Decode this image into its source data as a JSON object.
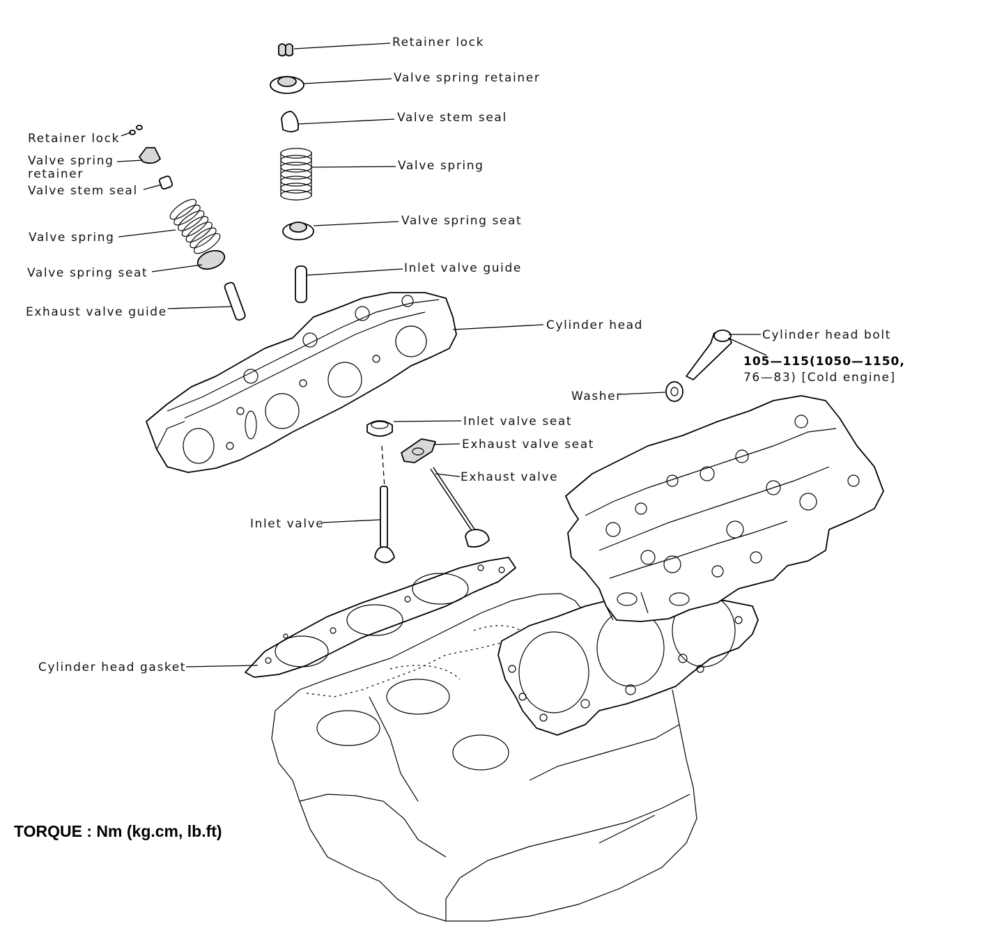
{
  "labels": {
    "retainer_lock_top": "Retainer lock",
    "valve_spring_retainer_top": "Valve spring retainer",
    "valve_stem_seal_top": "Valve stem seal",
    "valve_spring_top": "Valve spring",
    "valve_spring_seat_top": "Valve spring seat",
    "inlet_valve_guide": "Inlet valve guide",
    "cylinder_head_front": "Cylinder head",
    "retainer_lock_left": "Retainer lock",
    "valve_spring_retainer_left_1": "Valve spring",
    "valve_spring_retainer_left_2": "retainer",
    "valve_stem_seal_left": "Valve stem seal",
    "valve_spring_left": "Valve spring",
    "valve_spring_seat_left": "Valve spring seat",
    "exhaust_valve_guide": "Exhaust valve guide",
    "cylinder_head_bolt": "Cylinder head bolt",
    "washer": "Washer",
    "inlet_valve_seat": "Inlet valve seat",
    "exhaust_valve_seat": "Exhaust valve seat",
    "exhaust_valve": "Exhaust valve",
    "inlet_valve": "Inlet valve",
    "cylinder_head_gasket": "Cylinder head gasket"
  },
  "torque_spec": {
    "line1": "105—115(1050—1150,",
    "line2": "76—83) [Cold engine]"
  },
  "footer": {
    "torque_units": "TORQUE : Nm (kg.cm, lb.ft)"
  }
}
